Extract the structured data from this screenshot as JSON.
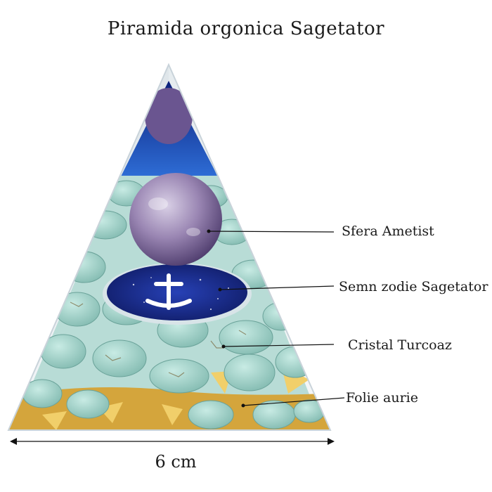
{
  "title": "Piramida orgonica Sagetator",
  "labels": {
    "sphere": "Sfera Ametist",
    "zodiac": "Semn zodie Sagetator",
    "crystal": "Cristal Turcoaz",
    "foil": "Folie aurie"
  },
  "dimension": "6 cm",
  "colors": {
    "amethyst": "#8e7aa6",
    "zodiac_disc": "#1c2e8f",
    "turquoise": "#9ccfc6",
    "gold": "#d4a53c",
    "glass_edge": "#c9d3da"
  },
  "icons": {
    "zodiac_symbol": "sagittarius-arrow-icon"
  }
}
